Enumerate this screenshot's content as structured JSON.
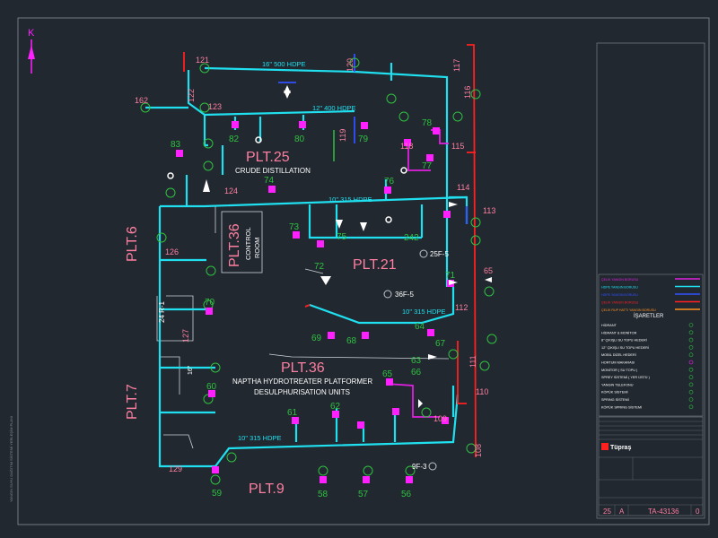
{
  "north": "K",
  "plots": {
    "p25": "PLT.25",
    "p25_sub": "CRUDE DISTILLATION",
    "p36cr": "PLT.36",
    "p36cr_sub1": "CONTROL",
    "p36cr_sub2": "ROOM",
    "p21": "PLT.21",
    "p6": "PLT.6",
    "p7": "PLT.7",
    "p36": "PLT.36",
    "p36_sub1": "NAPTHA HYDROTREATER PLATFORMER",
    "p36_sub2": "DESULPHURISATION UNITS",
    "p9": "PLT.9"
  },
  "pipes": {
    "p1": "16\" 500 HDPE",
    "p2": "12\" 400 HDPE",
    "p3": "10\" 315 HDPE",
    "p4": "10\" 315 HDPE",
    "p5": "10\" 315 HDPE",
    "p6": "16\""
  },
  "road": "24 R-1",
  "tanks": {
    "t1": "25F-5",
    "t2": "36F-5",
    "t3": "9F-3"
  },
  "nums": {
    "n121": "121",
    "n122": "122",
    "n120": "120",
    "n117": "117",
    "n116": "116",
    "n162": "162",
    "n123": "123",
    "n82": "82",
    "n80": "80",
    "n79": "79",
    "n119": "119",
    "n78": "78",
    "n118": "118",
    "n115": "115",
    "n77": "77",
    "n83": "83",
    "n74": "74",
    "n124": "124",
    "n76": "76",
    "n114": "114",
    "n113": "113",
    "n73": "73",
    "n75": "75",
    "n242": "242",
    "n72": "72",
    "n126": "126",
    "n65": "65",
    "n71": "71",
    "n70": "70",
    "n112": "112",
    "n69": "69",
    "n68": "68",
    "n64": "64",
    "n67": "67",
    "n127": "127",
    "n63": "63",
    "n66": "66",
    "n111": "111",
    "n60": "60",
    "n65b": "65",
    "n110": "110",
    "n61": "61",
    "n62": "62",
    "n109": "109",
    "n108": "108",
    "n129": "129",
    "n59": "59",
    "n58": "58",
    "n57": "57",
    "n56": "56"
  },
  "legend": {
    "rows": [
      {
        "label": "ÇELİK YANGIN BORUSU",
        "color": "#e020e0"
      },
      {
        "label": "HDPE YANGIN BORUSU",
        "color": "#20e0f0"
      },
      {
        "label": "HDPE YANGIN BORUSU",
        "color": "#3050ff"
      },
      {
        "label": "ÇELİK YANGIN BORUSU",
        "color": "#ff2020"
      },
      {
        "label": "ÇELİK RUP HATTI YANGIN BORUSU",
        "color": "#ff9020"
      }
    ],
    "title": "İŞARETLER",
    "symbols": [
      "HİDRANT",
      "HİDRANT & MONİTOR",
      "8\" ÇIKIŞLI SU TOPU HEDERİ",
      "12\" ÇIKIŞLI SU TOPU HEDERİ",
      "MOBİL DİZEL HEDERİ",
      "HORTUM MAKARASI",
      "MONİTOR ( SU TOPU )",
      "SPREY SİSTEMİ ( YER ÜSTÜ )",
      "YANGIN TELEFONU",
      "KÖPÜK SİSTEMİ",
      "SPRING SİSTEMİ",
      "KÖPÜK SPRING SİSTEMİ"
    ]
  },
  "titleblock": {
    "logo": "Tüpraş",
    "sheet": "25",
    "rev_letter": "A",
    "drawing_no": "TA-43136",
    "rev": "0"
  },
  "side_note": "YANGIN SUYU DAĞITIM SİSTEMİ YERLEŞİM PLANI"
}
